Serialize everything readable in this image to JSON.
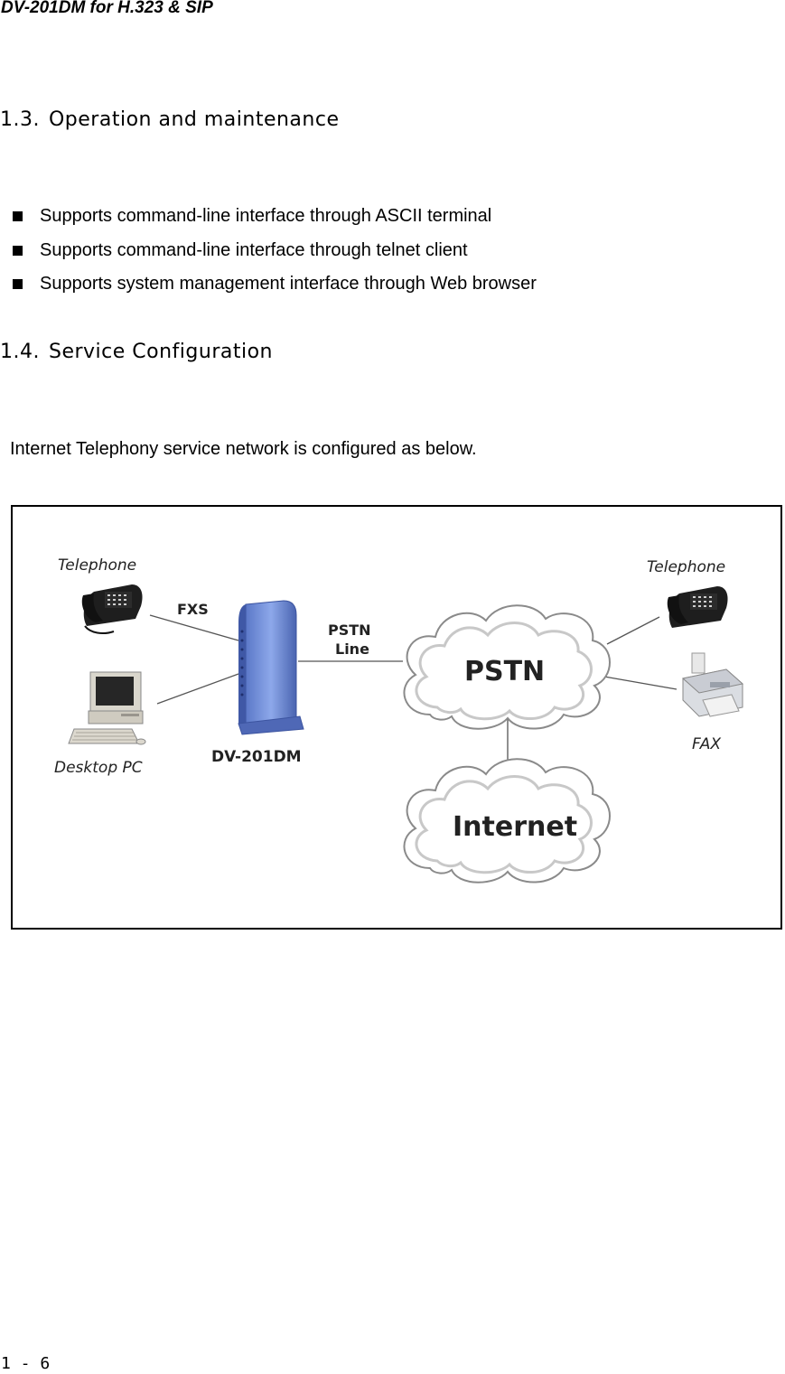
{
  "header": {
    "title": "DV-201DM for H.323 & SIP"
  },
  "sections": [
    {
      "number": "1.3.",
      "title": "Operation and maintenance"
    },
    {
      "number": "1.4.",
      "title": "Service Configuration"
    }
  ],
  "bullets": [
    "Supports command-line interface through ASCII terminal",
    "Supports command-line interface through telnet client",
    "Supports system management interface through Web browser"
  ],
  "intro": "Internet Telephony service network is configured as below.",
  "diagram": {
    "labels": {
      "telephone_left": "Telephone",
      "telephone_right": "Telephone",
      "fxs": "FXS",
      "pstn_line_1": "PSTN",
      "pstn_line_2": "Line",
      "desktop_pc": "Desktop PC",
      "device": "DV-201DM",
      "pstn_cloud": "PSTN",
      "internet_cloud": "Internet",
      "fax": "FAX"
    }
  },
  "footer": {
    "page_number": "1 - 6"
  }
}
